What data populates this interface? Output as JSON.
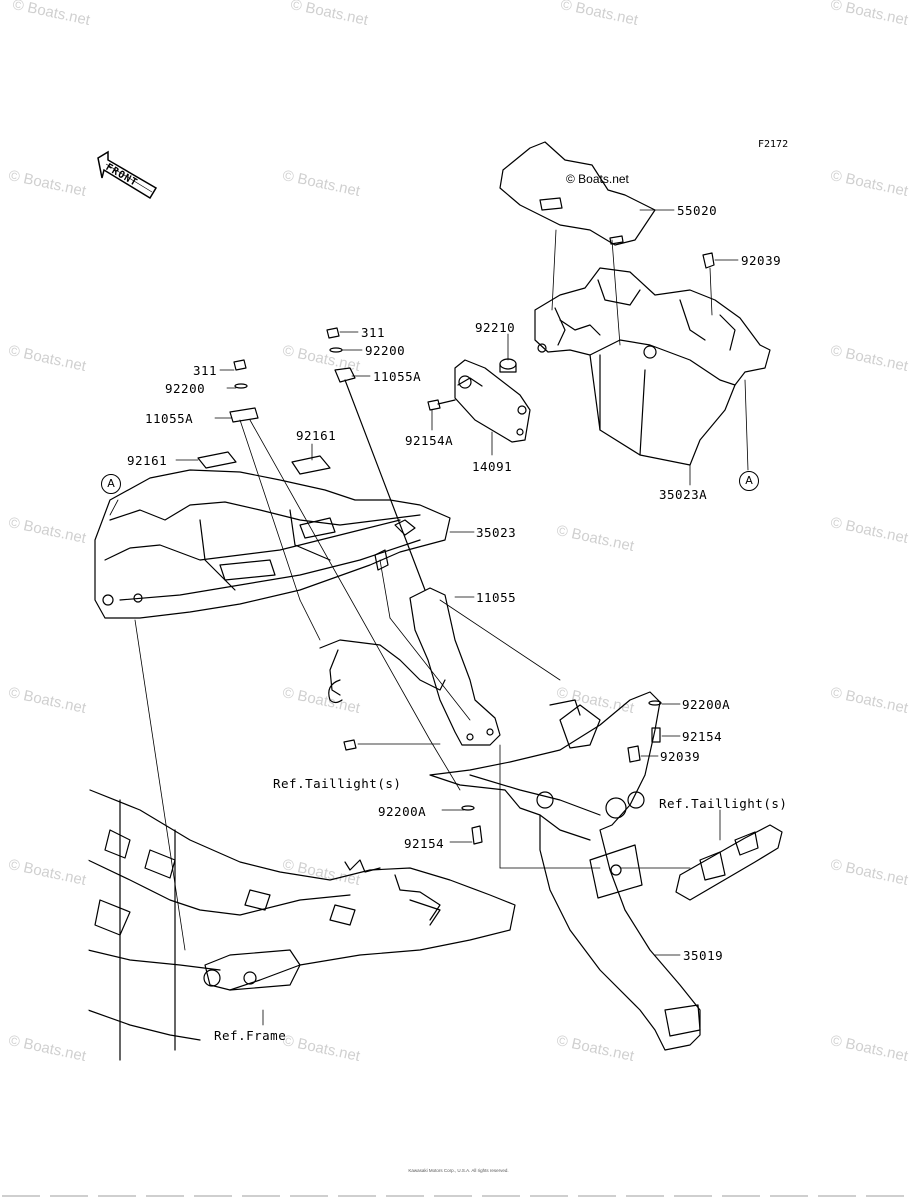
{
  "diagram": {
    "code": "F2172",
    "front_label": "FRONT",
    "watermark_text": "© Boats.net",
    "center_watermark": "© Boats.net",
    "copyright_line1": "Kawasaki Motors Corp., U.S.A. All rights reserved.",
    "parts": [
      {
        "id": "55020",
        "label": "55020"
      },
      {
        "id": "92039-top",
        "label": "92039"
      },
      {
        "id": "92210",
        "label": "92210"
      },
      {
        "id": "311-r",
        "label": "311"
      },
      {
        "id": "92200-r",
        "label": "92200"
      },
      {
        "id": "11055A-r",
        "label": "11055A"
      },
      {
        "id": "311-l",
        "label": "311"
      },
      {
        "id": "92200-l",
        "label": "92200"
      },
      {
        "id": "11055A-l",
        "label": "11055A"
      },
      {
        "id": "92154A",
        "label": "92154A"
      },
      {
        "id": "14091",
        "label": "14091"
      },
      {
        "id": "35023A",
        "label": "35023A"
      },
      {
        "id": "92161-l",
        "label": "92161"
      },
      {
        "id": "92161-r",
        "label": "92161"
      },
      {
        "id": "35023",
        "label": "35023"
      },
      {
        "id": "11055",
        "label": "11055"
      },
      {
        "id": "92200A-r",
        "label": "92200A"
      },
      {
        "id": "92154-r",
        "label": "92154"
      },
      {
        "id": "92039-low",
        "label": "92039"
      },
      {
        "id": "ref-taillight-l",
        "label": "Ref.Taillight(s)"
      },
      {
        "id": "ref-taillight-r",
        "label": "Ref.Taillight(s)"
      },
      {
        "id": "92200A-l",
        "label": "92200A"
      },
      {
        "id": "92154-l",
        "label": "92154"
      },
      {
        "id": "35019",
        "label": "35019"
      },
      {
        "id": "ref-frame",
        "label": "Ref.Frame"
      }
    ],
    "callout_letter": "A"
  }
}
